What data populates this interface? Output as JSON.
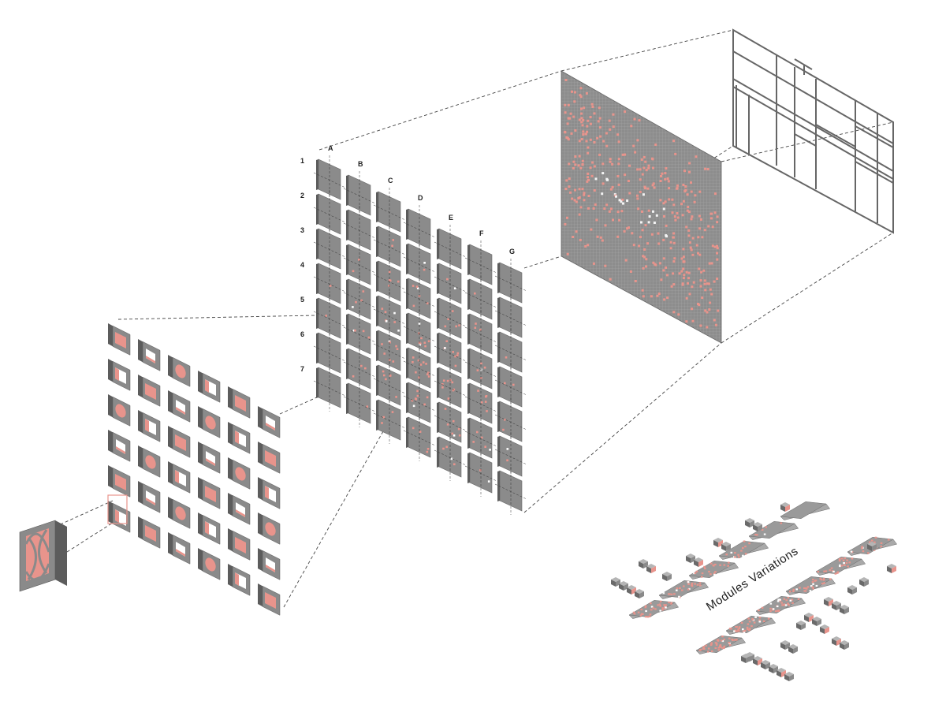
{
  "diagram": {
    "column_labels": [
      "A",
      "B",
      "C",
      "D",
      "E",
      "F",
      "G"
    ],
    "row_labels": [
      "1",
      "2",
      "3",
      "4",
      "5",
      "6",
      "7"
    ],
    "variations_label": "Modules Variations"
  },
  "colors": {
    "module_face": "#8a8a8a",
    "module_side": "#5c5c5c",
    "module_top": "#b9b9b9",
    "accent_pink": "#e8948c",
    "accent_pink_light": "#f4c4bd",
    "line": "#3a3a3a",
    "frame_line": "#666666"
  }
}
